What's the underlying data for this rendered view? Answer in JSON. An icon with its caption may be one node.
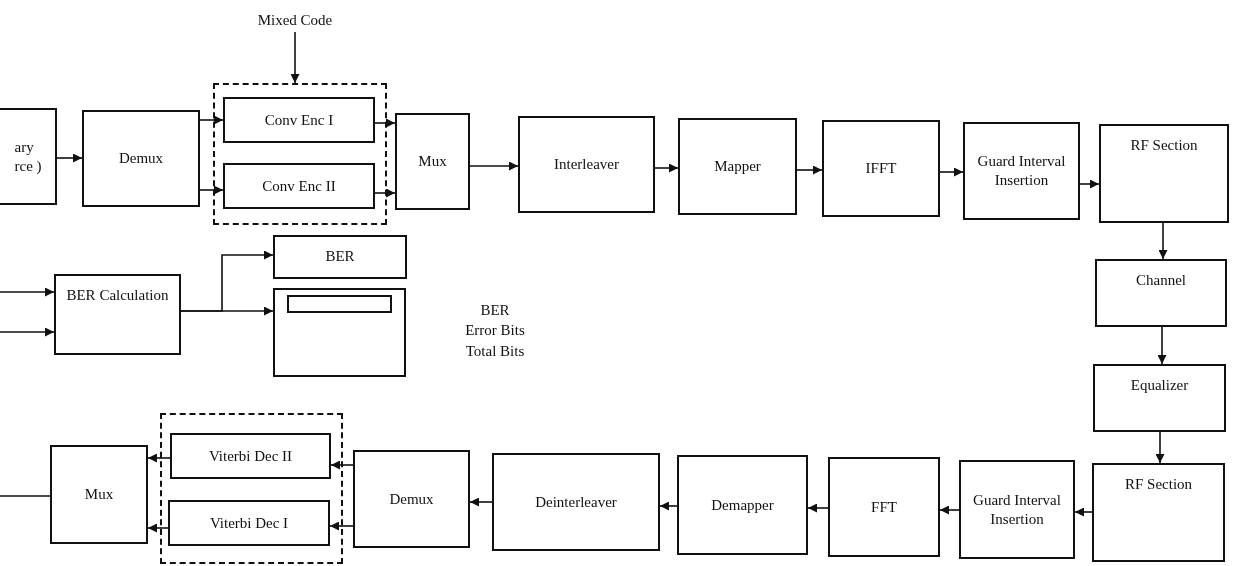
{
  "diagram": {
    "nodes": [
      {
        "text": [
          "Mixed Code"
        ]
      },
      {
        "text": [
          "ary rce )"
        ]
      },
      {
        "text": [
          "Demux"
        ]
      },
      {
        "text": [],
        "shape": "box"
      },
      {
        "text": [
          "Conv Enc I"
        ],
        "in": 3
      },
      {
        "text": [
          "Conv Enc II"
        ],
        "in": 3
      },
      {
        "text": [
          "Mux"
        ]
      },
      {
        "text": [
          "Interleaver"
        ]
      },
      {
        "text": [
          "Mapper"
        ]
      },
      {
        "text": [
          "IFFT"
        ]
      },
      {
        "text": [
          "Guard Interval Insertion"
        ]
      },
      {
        "text": [
          "RF Section"
        ]
      },
      {
        "text": [
          "BER"
        ]
      },
      {
        "text": [
          "BER Calculation"
        ]
      },
      {
        "text": [],
        "shape": "box"
      },
      {
        "text": [
          "Channel"
        ]
      },
      {
        "text": [
          "Equalizer"
        ]
      },
      {
        "text": [],
        "shape": "box"
      },
      {
        "text": [
          "Viterbi Dec II"
        ],
        "in": 17
      },
      {
        "text": [
          "Viterbi Dec I"
        ],
        "in": 17
      },
      {
        "text": [
          "Mux"
        ]
      },
      {
        "text": [
          "Demux"
        ]
      },
      {
        "text": [
          "Deinterleaver"
        ]
      },
      {
        "text": [
          "Demapper"
        ]
      },
      {
        "text": [
          "FFT"
        ]
      },
      {
        "text": [
          "Guard Interval Insertion"
        ]
      },
      {
        "text": [
          "RF Section"
        ]
      }
    ],
    "edges": [
      {
        "from": 0,
        "to": 3,
        "arrow": "to"
      },
      {
        "from": 1,
        "to": 2,
        "arrow": "to"
      },
      {
        "from": 2,
        "to": 4,
        "arrow": "to"
      },
      {
        "from": 2,
        "to": 5,
        "arrow": "to"
      },
      {
        "from": 4,
        "to": 6,
        "arrow": "to"
      },
      {
        "from": 5,
        "to": 6,
        "arrow": "to"
      },
      {
        "from": 6,
        "to": 7,
        "arrow": "to"
      },
      {
        "from": 7,
        "to": 8,
        "arrow": "to"
      },
      {
        "from": 8,
        "to": 9,
        "arrow": "to"
      },
      {
        "from": 9,
        "to": 10,
        "arrow": "to"
      },
      {
        "from": 10,
        "to": 11,
        "arrow": "to"
      },
      {
        "from": 11,
        "to": 15,
        "arrow": "to"
      },
      {
        "from": 15,
        "to": 16,
        "arrow": "to"
      },
      {
        "from": 16,
        "to": 26,
        "arrow": "to"
      },
      {
        "from": 26,
        "to": 25,
        "arrow": "to"
      },
      {
        "from": 25,
        "to": 24,
        "arrow": "to"
      },
      {
        "from": 24,
        "to": 23,
        "arrow": "to"
      },
      {
        "from": 23,
        "to": 22,
        "arrow": "to"
      },
      {
        "from": 22,
        "to": 21,
        "arrow": "to"
      },
      {
        "from": 21,
        "to": 18,
        "arrow": "to"
      },
      {
        "from": 21,
        "to": 19,
        "arrow": "to"
      },
      {
        "from": 18,
        "to": 20,
        "arrow": "to"
      },
      {
        "from": 19,
        "to": 20,
        "arrow": "to"
      },
      {
        "from": 20,
        "to": null,
        "arrow": "none"
      },
      {
        "from": null,
        "to": 13,
        "arrow": "to"
      },
      {
        "from": null,
        "to": 13,
        "arrow": "to"
      },
      {
        "from": 13,
        "to": 12,
        "arrow": "to"
      },
      {
        "from": 13,
        "to": 14,
        "arrow": "to"
      }
    ],
    "labels": [
      "BER",
      "Error Bits",
      "Total Bits"
    ]
  }
}
